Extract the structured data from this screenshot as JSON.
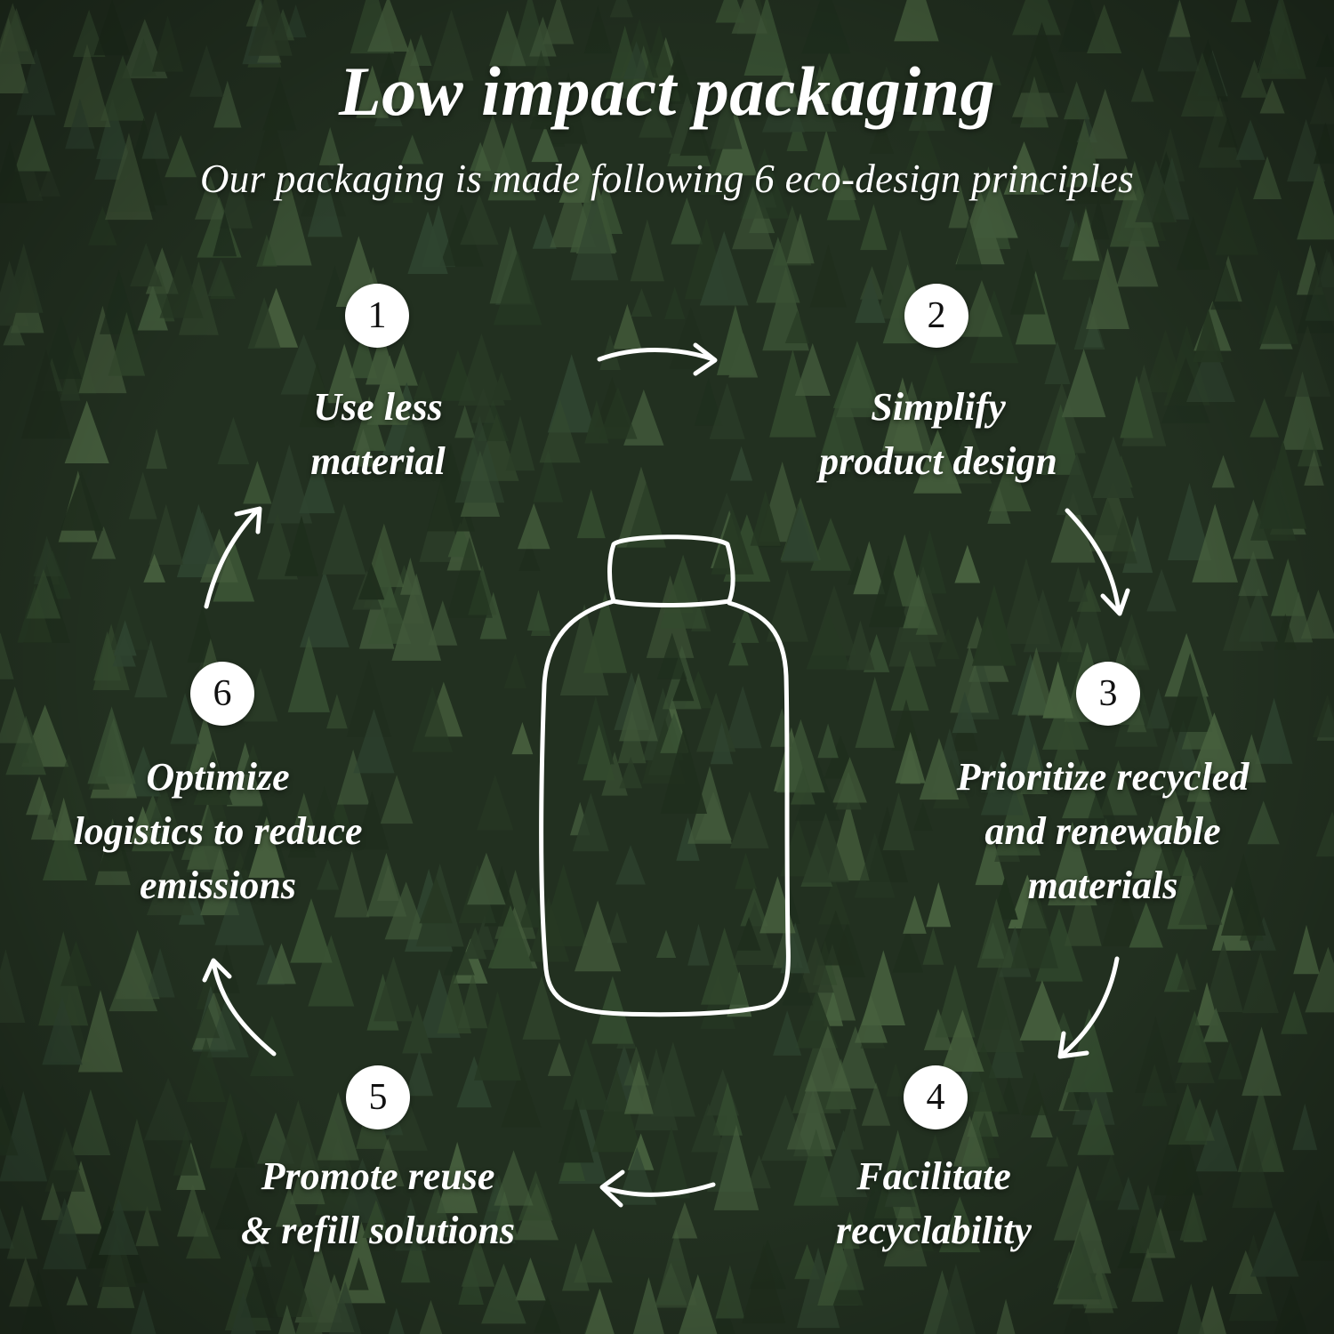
{
  "title": "Low impact packaging",
  "subtitle": "Our packaging is made following 6 eco-design principles",
  "colors": {
    "background": "#1e2b1b",
    "text": "#ffffff",
    "badge": "#ffffff",
    "badge_text": "#111111"
  },
  "principles": [
    {
      "number": "1",
      "lines": [
        "Use less",
        "material"
      ]
    },
    {
      "number": "2",
      "lines": [
        "Simplify",
        "product design"
      ]
    },
    {
      "number": "3",
      "lines": [
        "Prioritize recycled",
        "and renewable",
        "materials"
      ]
    },
    {
      "number": "4",
      "lines": [
        "Facilitate",
        "recyclability"
      ]
    },
    {
      "number": "5",
      "lines": [
        "Promote reuse",
        "& refill solutions"
      ]
    },
    {
      "number": "6",
      "lines": [
        "Optimize",
        "logistics to reduce",
        "emissions"
      ]
    }
  ],
  "center_icon": "bottle-outline-icon",
  "arrow_icon": "curved-arrow-icon"
}
